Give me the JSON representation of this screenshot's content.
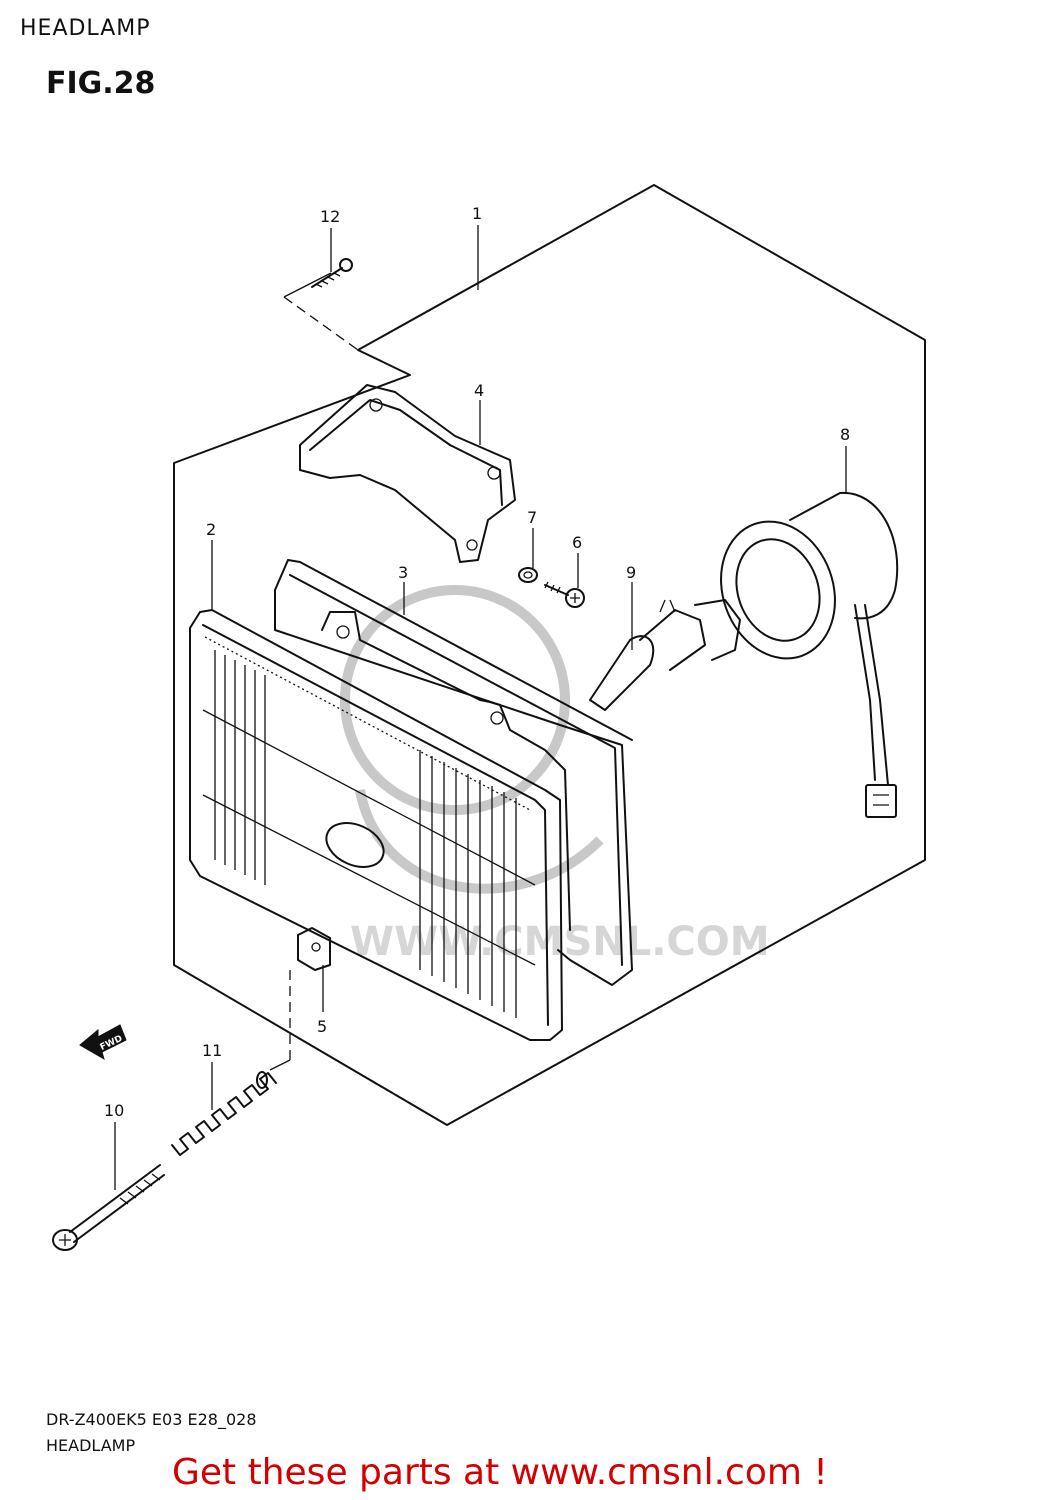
{
  "header": {
    "title": "HEADLAMP"
  },
  "figure": {
    "label": "FIG.28"
  },
  "callouts": {
    "p1": "1",
    "p2": "2",
    "p3": "3",
    "p4": "4",
    "p5": "5",
    "p6": "6",
    "p7": "7",
    "p8": "8",
    "p9": "9",
    "p10": "10",
    "p11": "11",
    "p12": "12"
  },
  "direction_arrow": {
    "label": "FWD"
  },
  "watermark": {
    "text": "WWW.CMSNL.COM"
  },
  "footer": {
    "model_code": "DR-Z400EK5 E03 E28_028",
    "title": "HEADLAMP"
  },
  "cta": {
    "text": "Get these parts at www.cmsnl.com !"
  },
  "colors": {
    "cta": "#d40000",
    "line": "#111111",
    "watermark": "#d0d0d0"
  }
}
